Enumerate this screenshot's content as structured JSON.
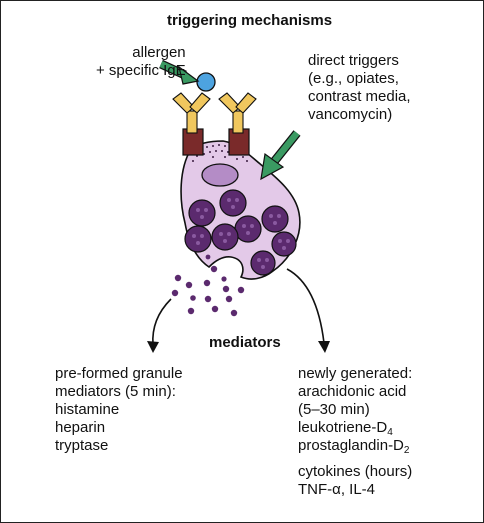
{
  "title": "triggering mechanisms",
  "allergen_label": [
    "allergen",
    "+ specific IgE"
  ],
  "direct_triggers_label": [
    "direct triggers",
    "(e.g., opiates,",
    "contrast media,",
    "vancomycin)"
  ],
  "mediators_label": "mediators",
  "preformed": {
    "heading": [
      "pre-formed granule",
      "mediators (5 min):"
    ],
    "items": [
      "histamine",
      "heparin",
      "tryptase"
    ]
  },
  "newly_generated": {
    "heading": [
      "newly generated:",
      "arachidonic acid",
      "(5–30 min)"
    ],
    "leukotriene": {
      "text": "leukotriene-D",
      "sub": "4"
    },
    "prostaglandin": {
      "text": "prostaglandin-D",
      "sub": "2"
    },
    "cytokines": [
      "cytokines (hours)",
      "TNF-α, IL-4"
    ]
  },
  "colors": {
    "cell_fill": "#e3c9e8",
    "cell_outline": "#111111",
    "granule": "#5b2a6e",
    "nucleus": "#b48cc6",
    "receptor": "#7a2a2a",
    "antibody": "#f0c75e",
    "allergen": "#4da3e0",
    "arrow_green": "#3a9a62"
  }
}
